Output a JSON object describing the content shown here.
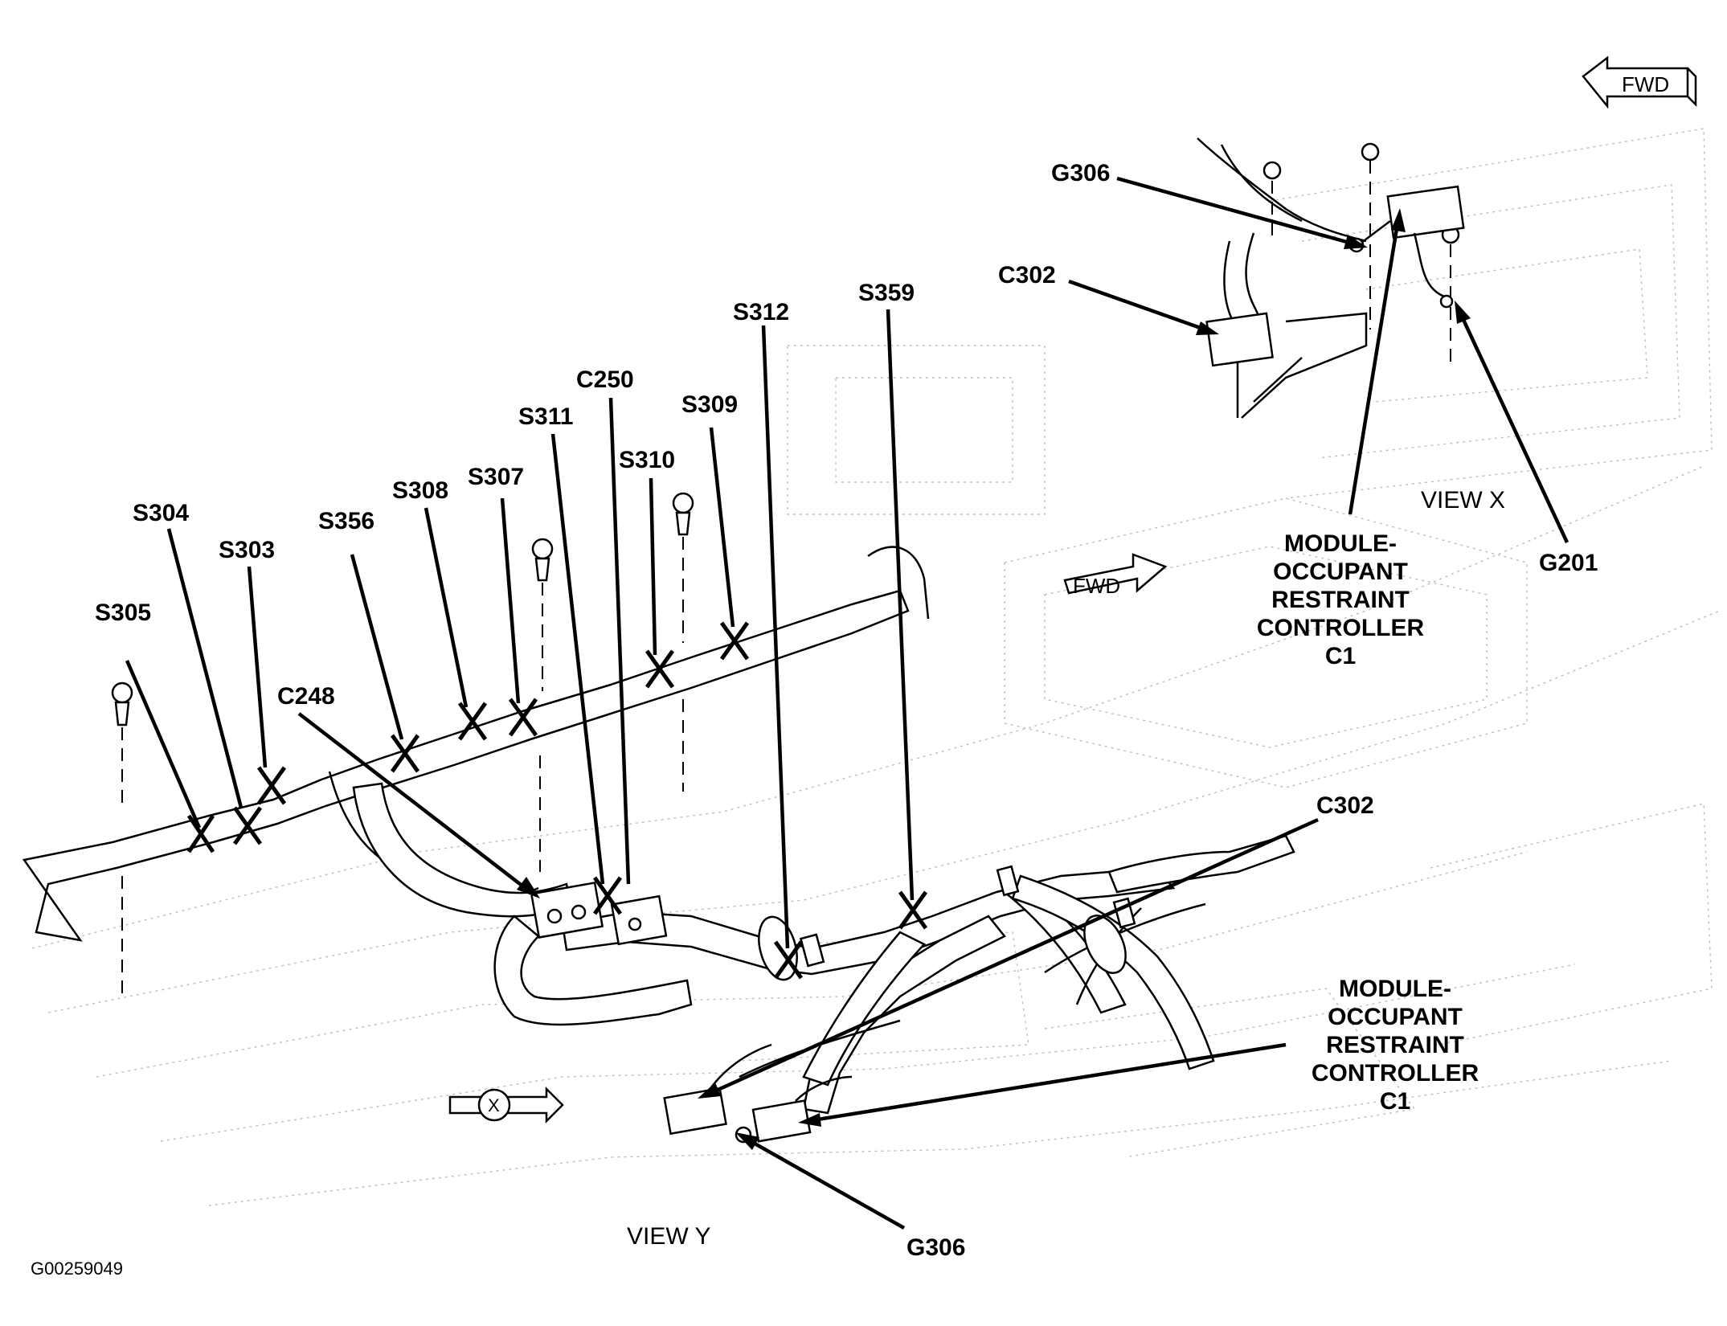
{
  "figure_id": "G00259049",
  "views": {
    "x": "VIEW X",
    "y": "VIEW Y",
    "x_callout": "X"
  },
  "fwd": "FWD",
  "splices": [
    "S305",
    "S304",
    "S303",
    "S356",
    "S308",
    "S307",
    "S311",
    "C250",
    "S310",
    "S309",
    "S312",
    "S359"
  ],
  "connectors": {
    "c248": "C248",
    "c302_view_x": "C302",
    "c302_view_y": "C302",
    "g306_view_x": "G306",
    "g306_view_y": "G306",
    "g201": "G201"
  },
  "module_label_lines": [
    "MODULE-",
    "OCCUPANT",
    "RESTRAINT",
    "CONTROLLER",
    "C1"
  ]
}
